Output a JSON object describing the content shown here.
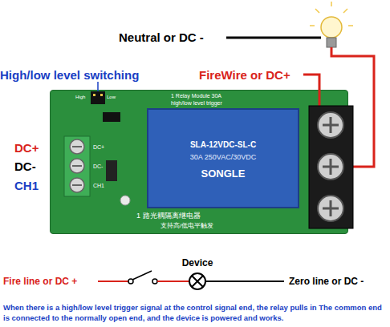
{
  "diagram": {
    "caption": "When there is a high/low level trigger signal at the control signal end, the relay pulls in The common end is connected to the normally open end, and the device is powered and works.",
    "nodes": [
      {
        "text": [
          "1 Relay Module 30A",
          "high/low level trigger"
        ]
      },
      {
        "text": [
          "SLA-12VDC-SL-C",
          "30A 250VAC/30VDC",
          "SONGLE"
        ],
        "in": 0
      },
      {
        "text": [
          "Device"
        ]
      }
    ],
    "labels": [
      "Neutral or DC -",
      "High/low level switching",
      "FireWire or DC+",
      "DC+",
      "DC-",
      "CH1",
      "High",
      "Low",
      "DC+",
      "DC-",
      "CH1",
      "1 路光耦隔离继电器",
      "支持高/低电平触发",
      "Fire line or DC +",
      "Zero line or DC -"
    ]
  }
}
